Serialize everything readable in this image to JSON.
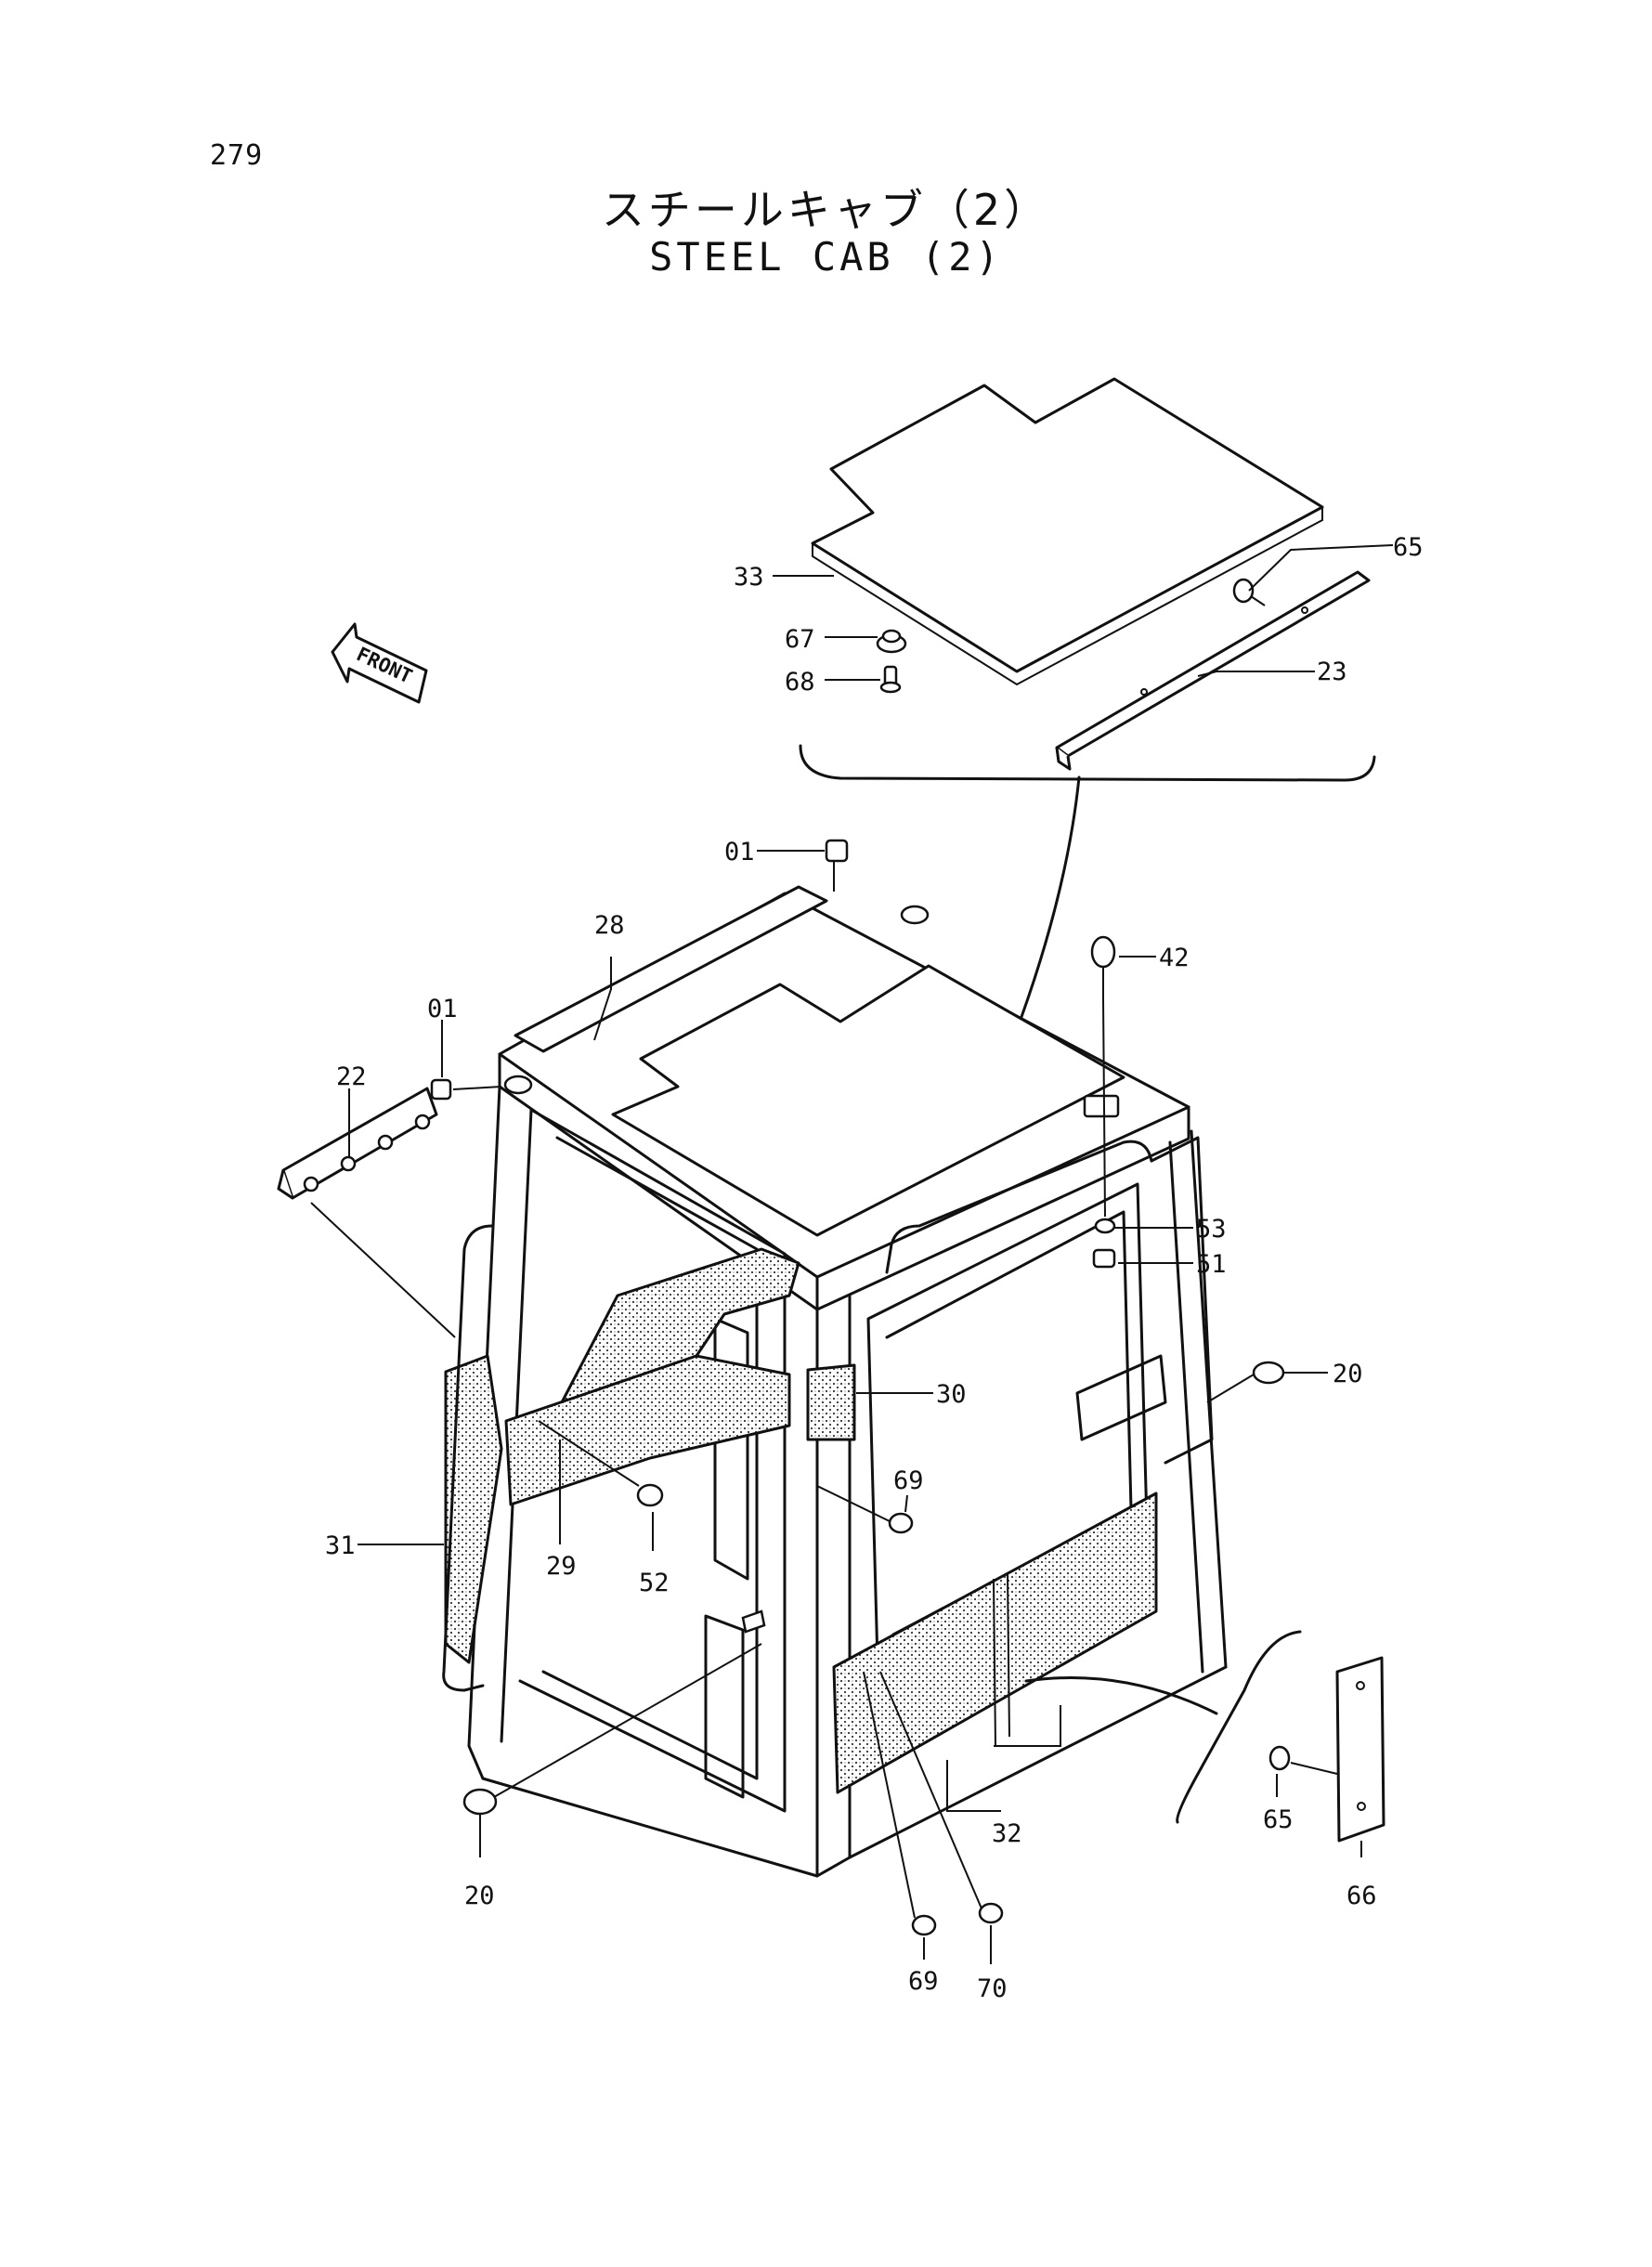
{
  "page_number": "279",
  "title_jp": "スチールキャブ（2）",
  "title_en": "STEEL CAB (2)",
  "front_label": "FRONT",
  "callouts": [
    {
      "id": "c65a",
      "label": "65"
    },
    {
      "id": "c33",
      "label": "33"
    },
    {
      "id": "c67",
      "label": "67"
    },
    {
      "id": "c68",
      "label": "68"
    },
    {
      "id": "c23",
      "label": "23"
    },
    {
      "id": "c01a",
      "label": "01"
    },
    {
      "id": "c28",
      "label": "28"
    },
    {
      "id": "c01b",
      "label": "01"
    },
    {
      "id": "c42",
      "label": "42"
    },
    {
      "id": "c22",
      "label": "22"
    },
    {
      "id": "c53",
      "label": "53"
    },
    {
      "id": "c51",
      "label": "51"
    },
    {
      "id": "c20a",
      "label": "20"
    },
    {
      "id": "c30",
      "label": "30"
    },
    {
      "id": "c69a",
      "label": "69"
    },
    {
      "id": "c31",
      "label": "31"
    },
    {
      "id": "c29",
      "label": "29"
    },
    {
      "id": "c52",
      "label": "52"
    },
    {
      "id": "c32",
      "label": "32"
    },
    {
      "id": "c65b",
      "label": "65"
    },
    {
      "id": "c66",
      "label": "66"
    },
    {
      "id": "c20b",
      "label": "20"
    },
    {
      "id": "c69b",
      "label": "69"
    },
    {
      "id": "c70",
      "label": "70"
    }
  ]
}
